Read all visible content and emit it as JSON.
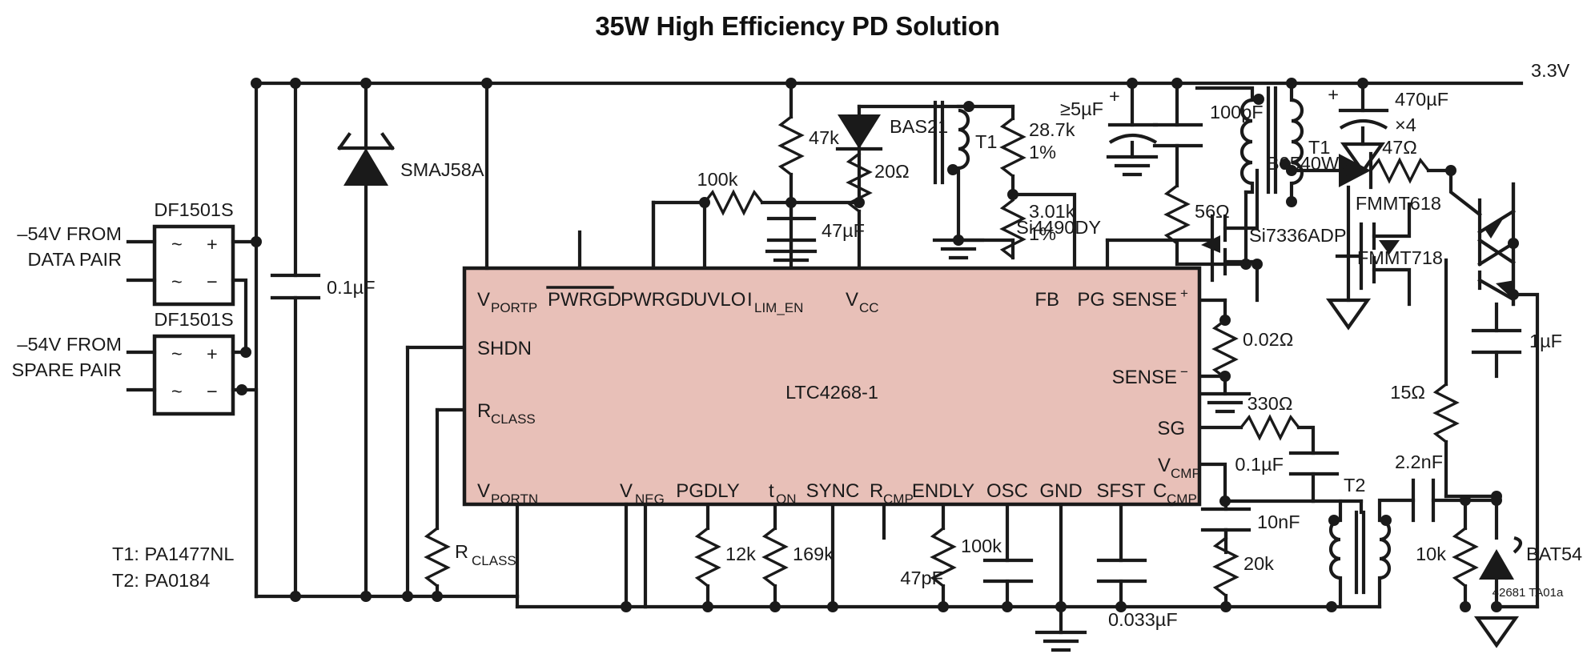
{
  "title": "35W High Efficiency PD Solution",
  "doc_code": "42681 TA01a",
  "ic": {
    "name": "LTC4268-1",
    "fill_color": "#e8c0b8",
    "pins_top": [
      "V",
      "PORTP",
      "PWRGD",
      "PWRGD",
      "UVLO",
      "I",
      "LIM_EN",
      "V",
      "CC",
      "FB",
      "PG",
      "SENSE",
      "+"
    ],
    "pins_bottom": [
      "V",
      "PORTN",
      "V",
      "NEG",
      "PGDLY",
      "t",
      "ON",
      "SYNC",
      "R",
      "CMP",
      "ENDLY",
      "OSC",
      "GND",
      "SFST",
      "C",
      "CMP"
    ],
    "pins_left": [
      "SHDN",
      "R",
      "CLASS"
    ],
    "pins_right": [
      "SENSE",
      "−",
      "SG",
      "V",
      "CMP"
    ],
    "pin_labels": {
      "vportp_main": "V",
      "vportp_sub": "PORTP",
      "pwrgd_bar": "PWRGD",
      "pwrgd": "PWRGD",
      "uvlo": "UVLO",
      "ilim_main": "I",
      "ilim_sub": "LIM_EN",
      "vcc_main": "V",
      "vcc_sub": "CC",
      "fb": "FB",
      "pg": "PG",
      "sensep_main": "SENSE",
      "sensep_sup": "+",
      "sensen_main": "SENSE",
      "sensen_sup": "−",
      "sg": "SG",
      "vcmp_main": "V",
      "vcmp_sub": "CMP",
      "shdn": "SHDN",
      "rclass_main": "R",
      "rclass_sub": "CLASS",
      "vportn_main": "V",
      "vportn_sub": "PORTN",
      "vneg_main": "V",
      "vneg_sub": "NEG",
      "pgdly": "PGDLY",
      "ton_main": "t",
      "ton_sub": "ON",
      "sync": "SYNC",
      "rcmp_main": "R",
      "rcmp_sub": "CMP",
      "endly": "ENDLY",
      "osc": "OSC",
      "gnd": "GND",
      "sfst": "SFST",
      "ccmp_main": "C",
      "ccmp_sub": "CMP"
    }
  },
  "inputs": {
    "data_pair_line1": "–54V FROM",
    "data_pair_line2": "DATA PAIR",
    "spare_pair_line1": "–54V FROM",
    "spare_pair_line2": "SPARE PAIR",
    "bridge1": "DF1501S",
    "bridge2": "DF1501S",
    "bridge_ac": "~",
    "bridge_plus": "+",
    "bridge_minus": "−"
  },
  "notes": {
    "t1_note": "T1: PA1477NL",
    "t2_note": "T2: PA0184"
  },
  "components": {
    "tvs": "SMAJ58A",
    "c_input": "0.1µF",
    "r_class": "R",
    "r_class_sub": "CLASS",
    "r_100k": "100k",
    "r_47k": "47k",
    "c_47uf_vcc": "47µF",
    "d_bas21": "BAS21",
    "r_20ohm": "20Ω",
    "t1_label_a": "T1",
    "r_287k": "28.7k",
    "r_287k_tol": "1%",
    "r_301k": "3.01k",
    "r_301k_tol": "1%",
    "c_5uf": "≥5µF",
    "c_100pf": "100pF",
    "r_56ohm": "56Ω",
    "t1_label_b": "T1",
    "d_b0540w": "B0540W",
    "c_470uf": "470µF",
    "c_470uf_qty": "×4",
    "r_47ohm": "47Ω",
    "q_fmmt618": "FMMT618",
    "q_fmmt718": "FMMT718",
    "rail_33v": "3.3V",
    "q_si4490dy": "Si4490DY",
    "q_si7336adp": "Si7336ADP",
    "r_sense": "0.02Ω",
    "r_330ohm": "330Ω",
    "c_01uf_sg": "0.1µF",
    "c_10nf": "10nF",
    "r_20k": "20k",
    "t2_label": "T2",
    "c_22nf": "2.2nF",
    "r_10k": "10k",
    "d_bat54": "BAT54",
    "c_1uf": "1µF",
    "r_15ohm": "15Ω",
    "r_12k": "12k",
    "r_169k": "169k",
    "r_100k_endly": "100k",
    "c_47pf": "47pF",
    "c_0033uf": "0.033µF",
    "plus_sign": "+"
  }
}
